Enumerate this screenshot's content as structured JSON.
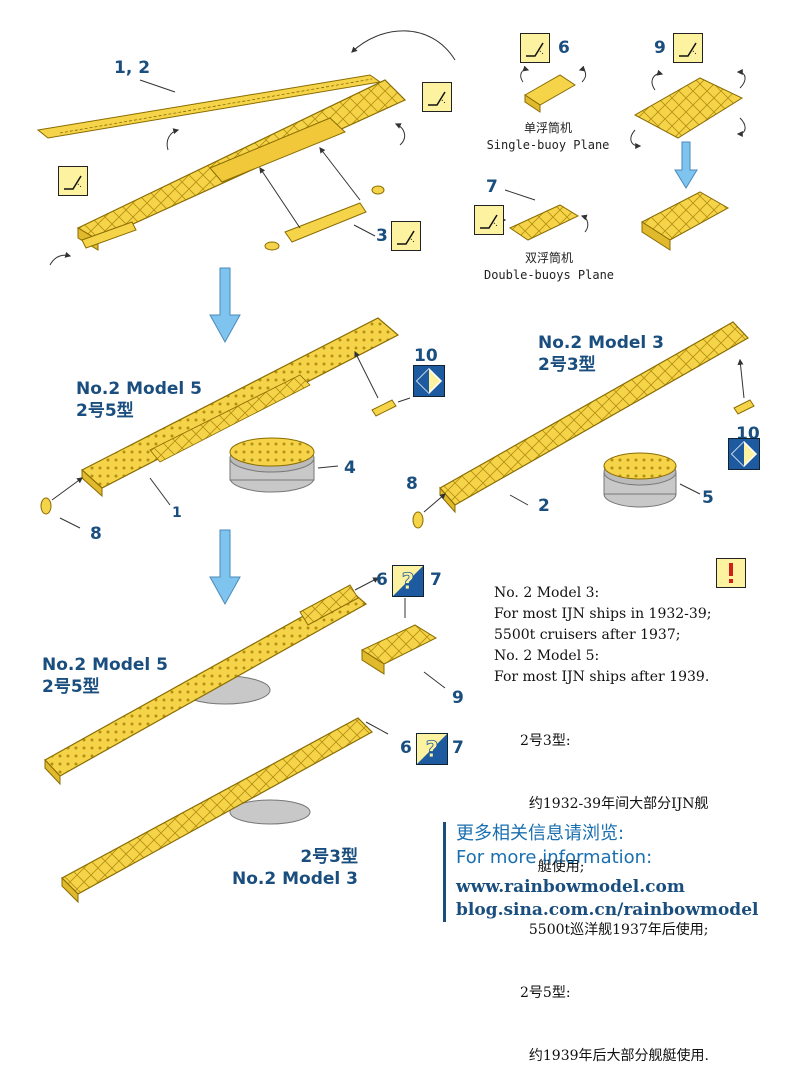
{
  "part_labels": {
    "p12": "1, 2",
    "p3": "3",
    "p6a": "6",
    "p7a": "7",
    "p9a": "9",
    "p10a": "10",
    "p4": "4",
    "p1": "1",
    "p8a": "8",
    "p8b": "8",
    "p2": "2",
    "p5": "5",
    "p10b": "10",
    "p6b": "6",
    "p7b": "7",
    "p9b": "9",
    "p6c": "6",
    "p7c": "7"
  },
  "captions": {
    "single_cn": "单浮筒机",
    "single_en": "Single-buoy Plane",
    "double_cn": "双浮筒机",
    "double_en": "Double-buoys Plane"
  },
  "models": {
    "m5_top_en": "No.2 Model 5",
    "m5_top_cn": "2号5型",
    "m3_top_en": "No.2 Model 3",
    "m3_top_cn": "2号3型",
    "m5_bot_en": "No.2 Model 5",
    "m5_bot_cn": "2号5型",
    "m3_bot_cn": "2号3型",
    "m3_bot_en": "No.2 Model 3"
  },
  "notes_en": [
    "No. 2 Model 3:",
    "For most IJN ships in 1932-39;",
    "5500t cruisers after 1937;",
    "No. 2 Model 5:",
    "For most IJN ships after 1939."
  ],
  "notes_cn": [
    "2号3型:",
    "  约1932-39年间大部分IJN舰",
    "    艇使用;",
    "  5500t巡洋舰1937年后使用;",
    "2号5型:",
    "  约1939年后大部分舰艇使用."
  ],
  "info": {
    "title_cn": "更多相关信息请浏览:",
    "title_en": "For more information:",
    "url1": "www.rainbowmodel.com",
    "url2": "blog.sina.com.cn/rainbowmodel"
  },
  "icons": {
    "bend": "bend-icon",
    "orientation": "orientation-diamond-icon",
    "optional": "question-mark-icon",
    "caution": "exclamation-icon"
  },
  "colors": {
    "brass": "#f5d44a",
    "brass_dark": "#c9a21c",
    "label_blue": "#1a4e7e",
    "arrow_blue": "#7fc4ee",
    "grey_base": "#c8c8c8"
  }
}
